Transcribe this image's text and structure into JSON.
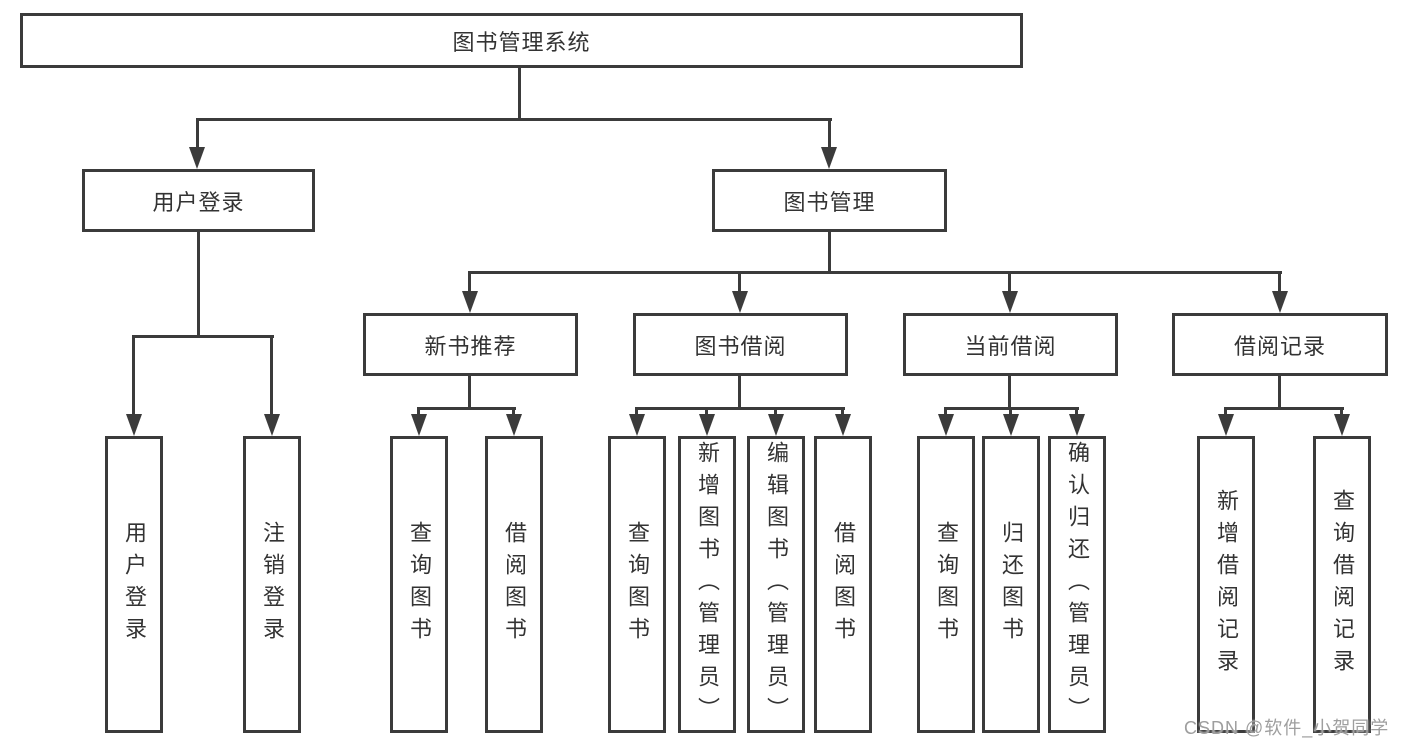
{
  "diagram_title": "图书管理系统",
  "colors": {
    "line": "#3b3b3b",
    "text": "#333333",
    "watermark": "#9e9e9e",
    "background": "#ffffff"
  },
  "nodes": {
    "root": "图书管理系统",
    "user_login": "用户登录",
    "book_mgmt": "图书管理",
    "new_book_rec": "新书推荐",
    "book_borrow": "图书借阅",
    "current_borrow": "当前借阅",
    "borrow_records": "借阅记录",
    "leaf_user_login": "用户登录",
    "leaf_logout": "注销登录",
    "leaf_rec_query_books": "查询图书",
    "leaf_rec_borrow_books": "借阅图书",
    "leaf_bb_query_books": "查询图书",
    "leaf_bb_add_books": "新增图书（管理员）",
    "leaf_bb_edit_books": "编辑图书（管理员）",
    "leaf_bb_borrow_books": "借阅图书",
    "leaf_cb_query_books": "查询图书",
    "leaf_cb_return_books": "归还图书",
    "leaf_cb_confirm_return": "确认归还（管理员）",
    "leaf_br_add_record": "新增借阅记录",
    "leaf_br_query_record": "查询借阅记录"
  },
  "hierarchy": {
    "图书管理系统": {
      "用户登录": [
        "用户登录",
        "注销登录"
      ],
      "图书管理": {
        "新书推荐": [
          "查询图书",
          "借阅图书"
        ],
        "图书借阅": [
          "查询图书",
          "新增图书（管理员）",
          "编辑图书（管理员）",
          "借阅图书"
        ],
        "当前借阅": [
          "查询图书",
          "归还图书",
          "确认归还（管理员）"
        ],
        "借阅记录": [
          "新增借阅记录",
          "查询借阅记录"
        ]
      }
    }
  },
  "watermark": "CSDN @软件_小贺同学"
}
